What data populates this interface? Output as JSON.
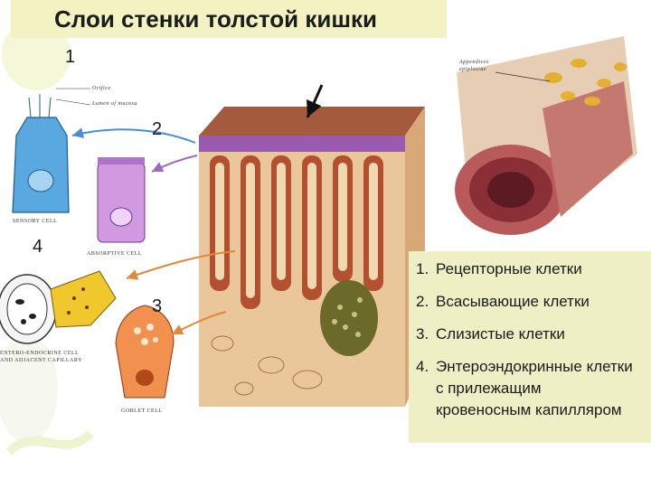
{
  "title": "Слои стенки толстой кишки",
  "numbers": {
    "n1": "1",
    "n2": "2",
    "n3": "3",
    "n4": "4"
  },
  "small_labels": {
    "orifice": "Orifice",
    "lumen": "Lumen of mucosa",
    "appendices_1": "Appendices",
    "appendices_2": "epiploicae"
  },
  "cell_captions": {
    "sensory": "SENSORY CELL",
    "absorptive": "ABSORPTIVE CELL",
    "entero_1": "ENTERO-ENDOCRINE CELL",
    "entero_2": "AND ADJACENT CAPILLARY",
    "goblet": "GOBLET CELL"
  },
  "legend": [
    {
      "n": "1.",
      "text": "Рецепторные клетки"
    },
    {
      "n": "2.",
      "text": "Всасывающие клетки"
    },
    {
      "n": "3.",
      "text": "Слизистые клетки"
    },
    {
      "n": "4.",
      "text": "Энтероэндокринные клетки с прилежащим кровеносным капилляром"
    }
  ],
  "colors": {
    "title_bg": "#f2f2c2",
    "legend_bg": "#efefc6",
    "arrow_blue": "#4a8fd6",
    "arrow_purple": "#9a6ac4",
    "arrow_orange": "#e3873a"
  }
}
